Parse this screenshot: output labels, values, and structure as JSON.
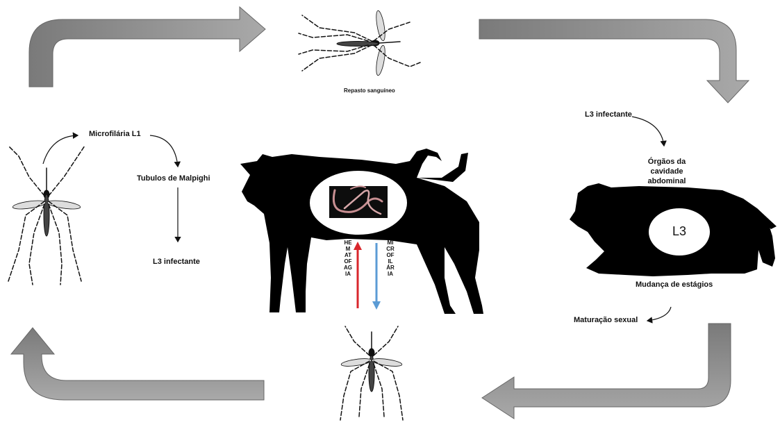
{
  "labels": {
    "blood_meal": "Repasto sanguíneo",
    "l3_infective_right": "L3 infectante",
    "abdominal_organs": "Órgãos da cavidade abdominal",
    "stage_change": "Mudança de estágios",
    "sexual_maturation": "Maturação sexual",
    "microfilaria_l1": "Microfilária L1",
    "malpighian_tubules": "Tubulos de Malpighi",
    "l3_infective_left": "L3 infectante",
    "l3_badge": "L3",
    "hematophagy_vertical": "HEMATOFAGIA",
    "microfilaria_vertical": "MICROFILÁRIA"
  },
  "colors": {
    "arrow_fill": "#8e8e8e",
    "silhouette": "#000000",
    "hematophagy_arrow": "#d9262c",
    "microfilaria_arrow": "#5b9bd5"
  }
}
